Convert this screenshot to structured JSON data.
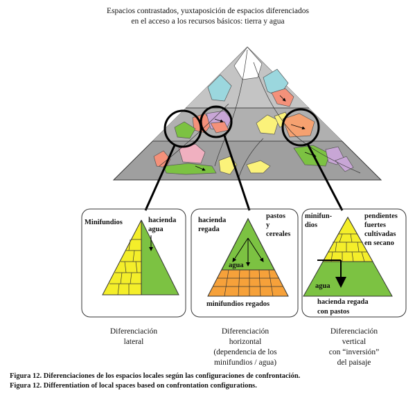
{
  "title": {
    "line1": "Espacios contrastados, yuxtaposición de espacios diferenciados",
    "line2": "en el acceso a los recursos básicos: tierra y agua"
  },
  "panels": [
    {
      "left_label": "Minifundios",
      "right_label": "hacienda\nagua",
      "caption": "Diferenciación\nlateral"
    },
    {
      "top_left": "hacienda\nregada",
      "top_right": "pastos\ny\ncereales",
      "water": "agua",
      "bottom": "minifundios regados",
      "caption": "Diferenciación\nhorizontal\n(dependencia de los\nminifundios / agua)"
    },
    {
      "top_left": "minifun-\ndios",
      "top_right": "pendientes\nfuertes\ncultivadas\nen secano",
      "water": "agua",
      "bottom": "hacienda regada\ncon pastos",
      "caption": "Diferenciación\nvertical\ncon “inversión”\ndel paisaje"
    }
  ],
  "figure_caption": {
    "es": "Figura 12. Diferenciaciones de los espacios locales según las configuraciones de confrontación.",
    "en": "Figura 12. Differentiation of local spaces based on confrontation configurations."
  },
  "colors": {
    "yellow": "#f4ee2a",
    "green": "#7cc242",
    "orange": "#f6a13a",
    "grey": "#b5b5b5",
    "cyan": "#9bd7de",
    "salmon": "#f4917a",
    "lilac": "#c8a6d6",
    "pale_yellow": "#fbf27a"
  }
}
